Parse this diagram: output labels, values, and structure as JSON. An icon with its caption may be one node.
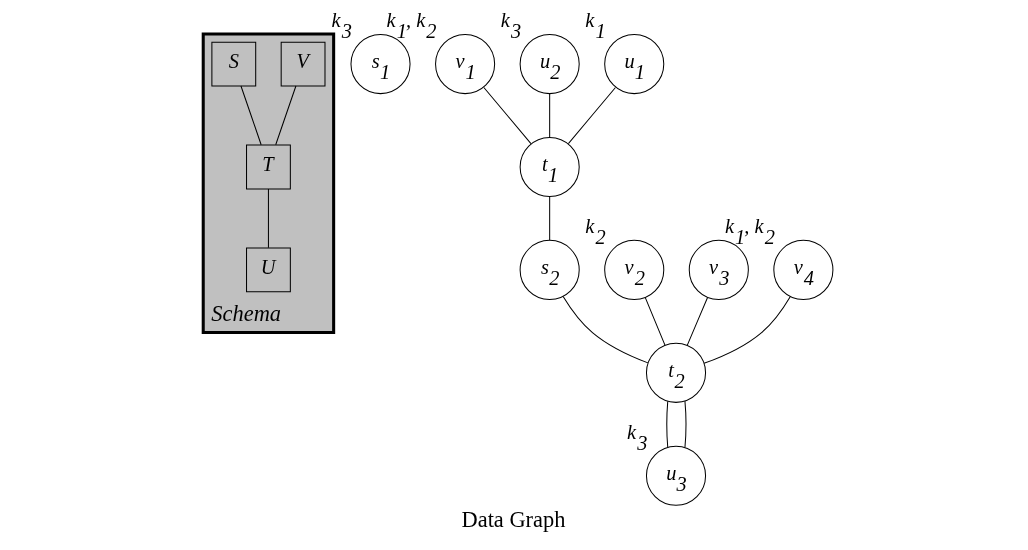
{
  "diagram": {
    "caption": "Data Graph",
    "nodes": [
      {
        "text": [
          "Schema"
        ]
      },
      {
        "text": [
          "V"
        ],
        "in": 0
      },
      {
        "text": [
          "S"
        ],
        "in": 0
      },
      {
        "text": [
          "T"
        ],
        "in": 0
      },
      {
        "text": [
          "U"
        ],
        "in": 0
      },
      {
        "text": [
          "s$_{1}$"
        ],
        "beside": [
          "k$_{3}$"
        ]
      },
      {
        "text": [
          "v$_{1}$"
        ],
        "beside": [
          "k$_{1}$, k$_{2}$"
        ]
      },
      {
        "text": [
          "u$_{2}$"
        ],
        "beside": [
          "k$_{3}$"
        ]
      },
      {
        "text": [
          "v$_{2}$"
        ],
        "beside": [
          "k$_{2}$"
        ]
      },
      {
        "text": [
          "v$_{3}$"
        ]
      },
      {
        "text": [
          "v$_{4}$"
        ],
        "beside": [
          "k$_{1}$, k$_{2}$"
        ]
      },
      {
        "text": [
          "u$_{1}$"
        ],
        "beside": [
          "k$_{1}$"
        ]
      },
      {
        "text": [
          "t$_{1}$"
        ]
      },
      {
        "text": [
          "s$_{2}$"
        ]
      },
      {
        "text": [
          "t$_{2}$"
        ]
      },
      {
        "text": [
          "u$_{3}$"
        ],
        "beside": [
          "k$_{3}$"
        ]
      }
    ],
    "edges": [
      {
        "from": 1,
        "to": 3,
        "arrow": "none"
      },
      {
        "from": 2,
        "to": 3,
        "arrow": "none"
      },
      {
        "from": 3,
        "to": 4,
        "arrow": "none"
      },
      {
        "from": 6,
        "to": 12,
        "arrow": "none"
      },
      {
        "from": 7,
        "to": 12,
        "arrow": "none"
      },
      {
        "from": 11,
        "to": 12,
        "arrow": "none"
      },
      {
        "from": 12,
        "to": 13,
        "arrow": "none"
      },
      {
        "from": 13,
        "to": 14,
        "arrow": "none"
      },
      {
        "from": 8,
        "to": 14,
        "arrow": "none"
      },
      {
        "from": 9,
        "to": 14,
        "arrow": "none"
      },
      {
        "from": 10,
        "to": 14,
        "arrow": "none"
      },
      {
        "from": 14,
        "to": 15,
        "arrow": "none"
      },
      {
        "from": 14,
        "to": 15,
        "arrow": "none"
      }
    ]
  }
}
